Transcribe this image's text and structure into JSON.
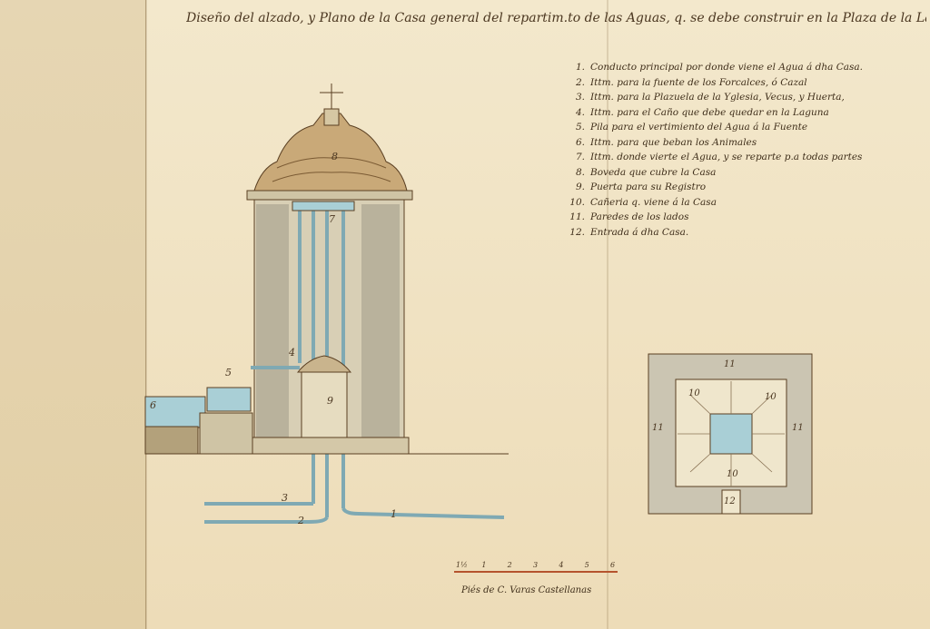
{
  "title": "Diseño del alzado, y Plano de la Casa general del repartim.to de las Aguas, q. se debe construir en la Plaza de la Laguna",
  "legend": [
    {
      "num": "1.",
      "text": "Conducto principal por donde viene el Agua á dha Casa."
    },
    {
      "num": "2.",
      "text": "Ittm. para la fuente de los Forcalces, ó Cazal"
    },
    {
      "num": "3.",
      "text": "Ittm. para la Plazuela de la Yglesia, Vecus, y Huerta,"
    },
    {
      "num": "4.",
      "text": "Ittm. para el Caño que debe quedar en la Laguna"
    },
    {
      "num": "5.",
      "text": "Pila para el vertimiento del Agua á la Fuente"
    },
    {
      "num": "6.",
      "text": "Ittm. para que beban los Animales"
    },
    {
      "num": "7.",
      "text": "Ittm. donde vierte el Agua, y se reparte p.a todas partes"
    },
    {
      "num": "8.",
      "text": "Boveda que cubre la Casa"
    },
    {
      "num": "9.",
      "text": "Puerta para su Registro"
    },
    {
      "num": "10.",
      "text": "Cañeria q. viene á la Casa"
    },
    {
      "num": "11.",
      "text": "Paredes de los lados"
    },
    {
      "num": "12.",
      "text": "Entrada á dha Casa."
    }
  ],
  "elevation_labels": {
    "l1": "1",
    "l2": "2",
    "l3": "3",
    "l4": "4",
    "l5": "5",
    "l6": "6",
    "l7": "7",
    "l8": "8",
    "l9": "9"
  },
  "plan_labels": {
    "p10a": "10",
    "p10b": "10",
    "p10c": "10",
    "p11a": "11",
    "p11b": "11",
    "p11c": "11",
    "p12": "12"
  },
  "scale": {
    "ticks": [
      "1½",
      "1",
      "2",
      "3",
      "4",
      "5",
      "6"
    ],
    "label": "Piés de C. Varas Castellanas"
  },
  "colors": {
    "ink": "#5a3f22",
    "wash_grey": "#b9b29c",
    "wash_blue": "#a9cfd6",
    "scale_red": "#b5532d"
  }
}
